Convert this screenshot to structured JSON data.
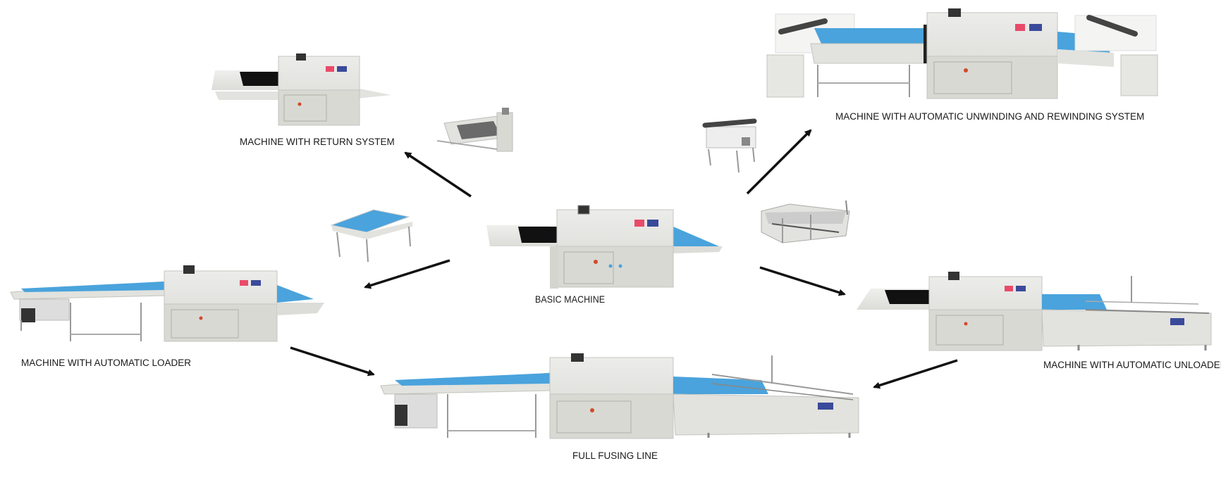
{
  "diagram": {
    "center": {
      "label": "BASIC MACHINE"
    },
    "configurations": [
      {
        "key": "return",
        "label": "MACHINE WITH RETURN SYSTEM"
      },
      {
        "key": "unwind",
        "label": "MACHINE WITH AUTOMATIC UNWINDING AND REWINDING SYSTEM"
      },
      {
        "key": "loader",
        "label": "MACHINE WITH AUTOMATIC LOADER"
      },
      {
        "key": "unloader",
        "label": "MACHINE WITH AUTOMATIC UNLOADER"
      },
      {
        "key": "fullline",
        "label": "FULL FUSING LINE"
      }
    ],
    "colors": {
      "machine_body": "#e3e3df",
      "machine_shadow": "#c9c9c4",
      "belt_blue": "#4aa3dc",
      "belt_black": "#111111",
      "arrow": "#111111"
    }
  }
}
